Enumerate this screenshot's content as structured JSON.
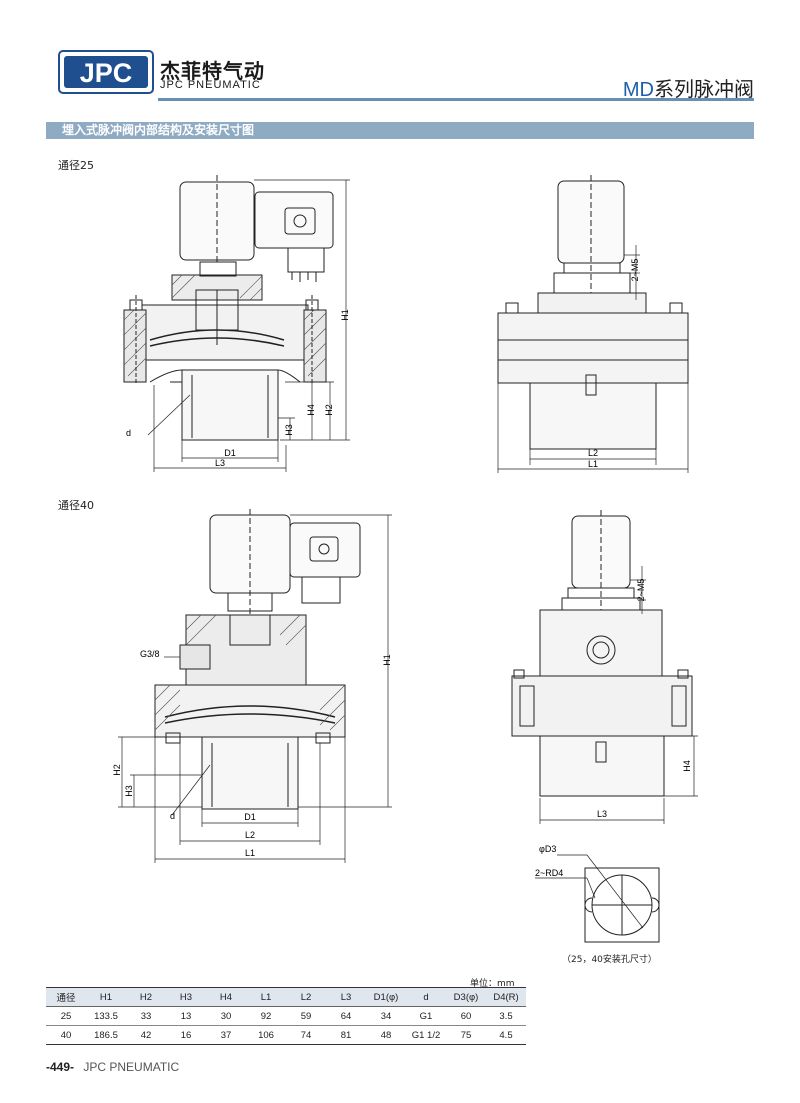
{
  "header": {
    "logo_text": "JPC",
    "brand_cn": "杰菲特气动",
    "brand_en": "JPC PNEUMATIC",
    "series_code": "MD",
    "series_text": "系列脉冲阀"
  },
  "section_title": "埋入式脉冲阀内部结构及安装尺寸图",
  "drawings": {
    "dn25": {
      "label": "通径25",
      "dims": {
        "h1": "H1",
        "h2": "H2",
        "h3": "H3",
        "h4": "H4",
        "d": "d",
        "d1": "D1",
        "l1": "L1",
        "l2": "L2",
        "l3": "L3",
        "m5": "2~M5"
      }
    },
    "dn40": {
      "label": "通径40",
      "dims": {
        "g38": "G3/8",
        "h1": "H1",
        "h2": "H2",
        "h3": "H3",
        "h4": "H4",
        "d": "d",
        "d1": "D1",
        "l1": "L1",
        "l2": "L2",
        "l3": "L3",
        "m5": "2~M5"
      }
    },
    "hole": {
      "d3": "φD3",
      "rd4": "2~RD4",
      "caption": "（25，40安装孔尺寸）"
    }
  },
  "table": {
    "unit": "单位：mm",
    "headers": [
      "通径",
      "H1",
      "H2",
      "H3",
      "H4",
      "L1",
      "L2",
      "L3",
      "D1(φ)",
      "d",
      "D3(φ)",
      "D4(R)"
    ],
    "rows": [
      [
        "25",
        "133.5",
        "33",
        "13",
        "30",
        "92",
        "59",
        "64",
        "34",
        "G1",
        "60",
        "3.5"
      ],
      [
        "40",
        "186.5",
        "42",
        "16",
        "37",
        "106",
        "74",
        "81",
        "48",
        "G1 1/2",
        "75",
        "4.5"
      ]
    ]
  },
  "footer": {
    "page_number": "-449-",
    "company": "JPC PNEUMATIC"
  }
}
